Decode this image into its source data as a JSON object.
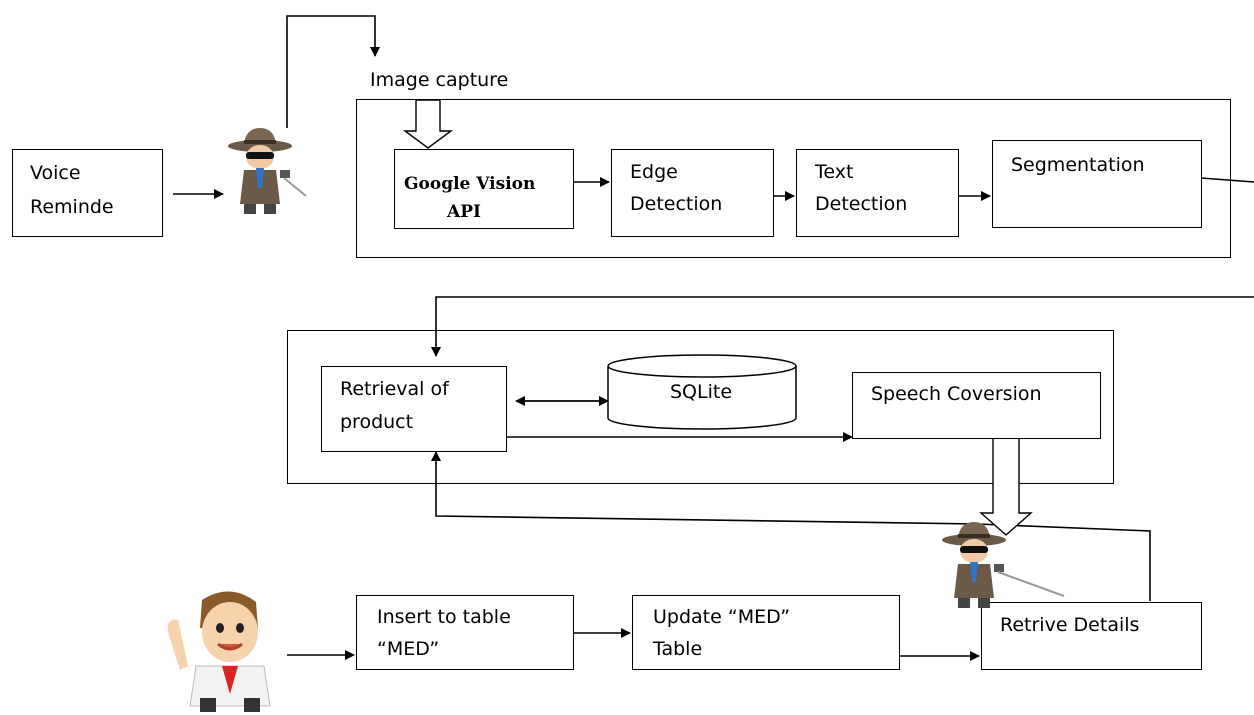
{
  "nodes": {
    "voice_reminder": [
      "Voice",
      "Reminde"
    ],
    "image_capture": "Image capture",
    "google_vision": [
      "Google Vision",
      "API"
    ],
    "edge_detection": [
      "Edge",
      "Detection"
    ],
    "text_detection": [
      "Text",
      "Detection"
    ],
    "segmentation": "Segmentation",
    "retrieval": [
      "Retrieval of",
      "product"
    ],
    "sqlite": "SQLite",
    "speech_conversion": "Speech Coversion",
    "insert_table": [
      "Insert to table",
      "“MED”"
    ],
    "update_table": [
      "Update “MED”",
      "Table"
    ],
    "retrieve_details": "Retrive Details"
  }
}
